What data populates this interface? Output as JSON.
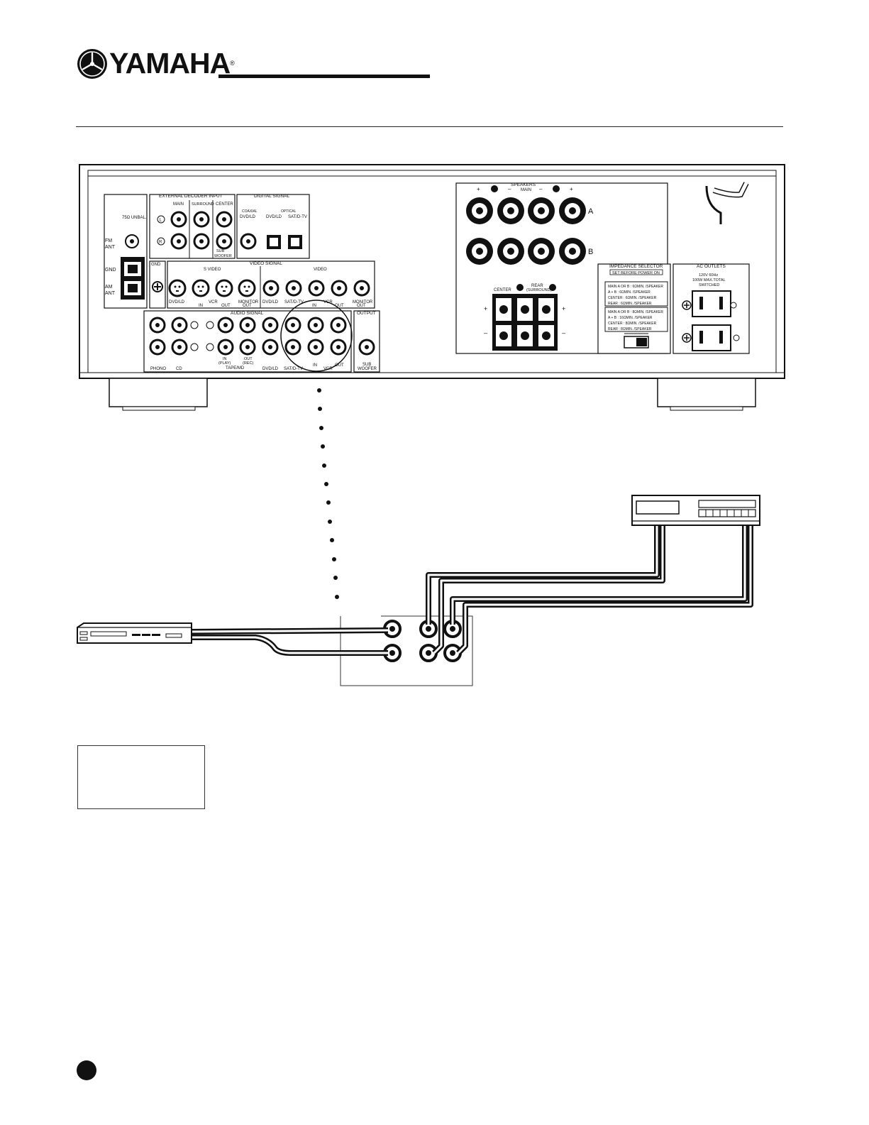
{
  "brand": {
    "name": "YAMAHA",
    "registered": "®"
  },
  "panel": {
    "antenna": {
      "unbal": "75Ω UNBAL.",
      "fm": "FM",
      "ant": "ANT",
      "gnd": "GND",
      "am": "AM"
    },
    "external_decoder": {
      "title": "EXTERNAL DECODER INPUT",
      "main": "MAIN",
      "surround": "SURROUND",
      "center": "CENTER",
      "sub": "SUB",
      "woofer": "WOOFER",
      "left": "L",
      "right": "R"
    },
    "digital_signal": {
      "title": "DIGITAL SIGNAL",
      "coaxial": "COAXIAL",
      "optical": "OPTICAL",
      "dvd_ld": "DVD/LD",
      "sat_dtv": "SAT/D-TV"
    },
    "gnd_label": "GND",
    "video_signal": {
      "title": "VIDEO SIGNAL",
      "s_video": "S VIDEO",
      "video": "VIDEO",
      "dvd_ld": "DVD/LD",
      "in": "IN",
      "vcr": "VCR",
      "out": "OUT",
      "monitor": "MONITOR",
      "sat_dtv": "SAT/D-TV"
    },
    "audio_signal": {
      "title": "AUDIO SIGNAL",
      "phono": "PHONO",
      "cd": "CD",
      "in_play": "IN",
      "play": "(PLAY)",
      "out_rec": "OUT",
      "rec": "(REC)",
      "tape_md": "TAPE/MD",
      "dvd_ld": "DVD/LD",
      "sat_dtv": "SAT/D-TV",
      "in": "IN",
      "vcr": "VCR",
      "out": "OUT"
    },
    "output": {
      "title": "OUTPUT",
      "sub": "SUB",
      "woofer": "WOOFER"
    },
    "speakers": {
      "title": "SPEAKERS",
      "main": "MAIN",
      "plus": "+",
      "minus": "–",
      "a": "A",
      "b": "B",
      "center": "CENTER",
      "rear": "REAR",
      "surround": "(SURROUND)"
    },
    "impedance": {
      "title": "IMPEDANCE SELECTOR",
      "note": "SET BEFORE POWER ON",
      "upper": [
        "MAIN A OR B : 6ΩMIN. /SPEAKER",
        "A + B : 6ΩMIN. /SPEAKER",
        "CENTER : 6ΩMIN. /SPEAKER",
        "REAR : 6ΩMIN. /SPEAKER"
      ],
      "lower": [
        "MAIN A OR B : 8ΩMIN. /SPEAKER",
        "A + B : 16ΩMIN. /SPEAKER",
        "CENTER : 8ΩMIN. /SPEAKER",
        "REAR : 8ΩMIN. /SPEAKER"
      ]
    },
    "ac_outlets": {
      "title": "AC OUTLETS",
      "line1": "120V 60Hz",
      "line2": "100W MAX.TOTAL",
      "line3": "SWITCHED"
    }
  },
  "colors": {
    "ink": "#111111",
    "paper": "#ffffff"
  }
}
